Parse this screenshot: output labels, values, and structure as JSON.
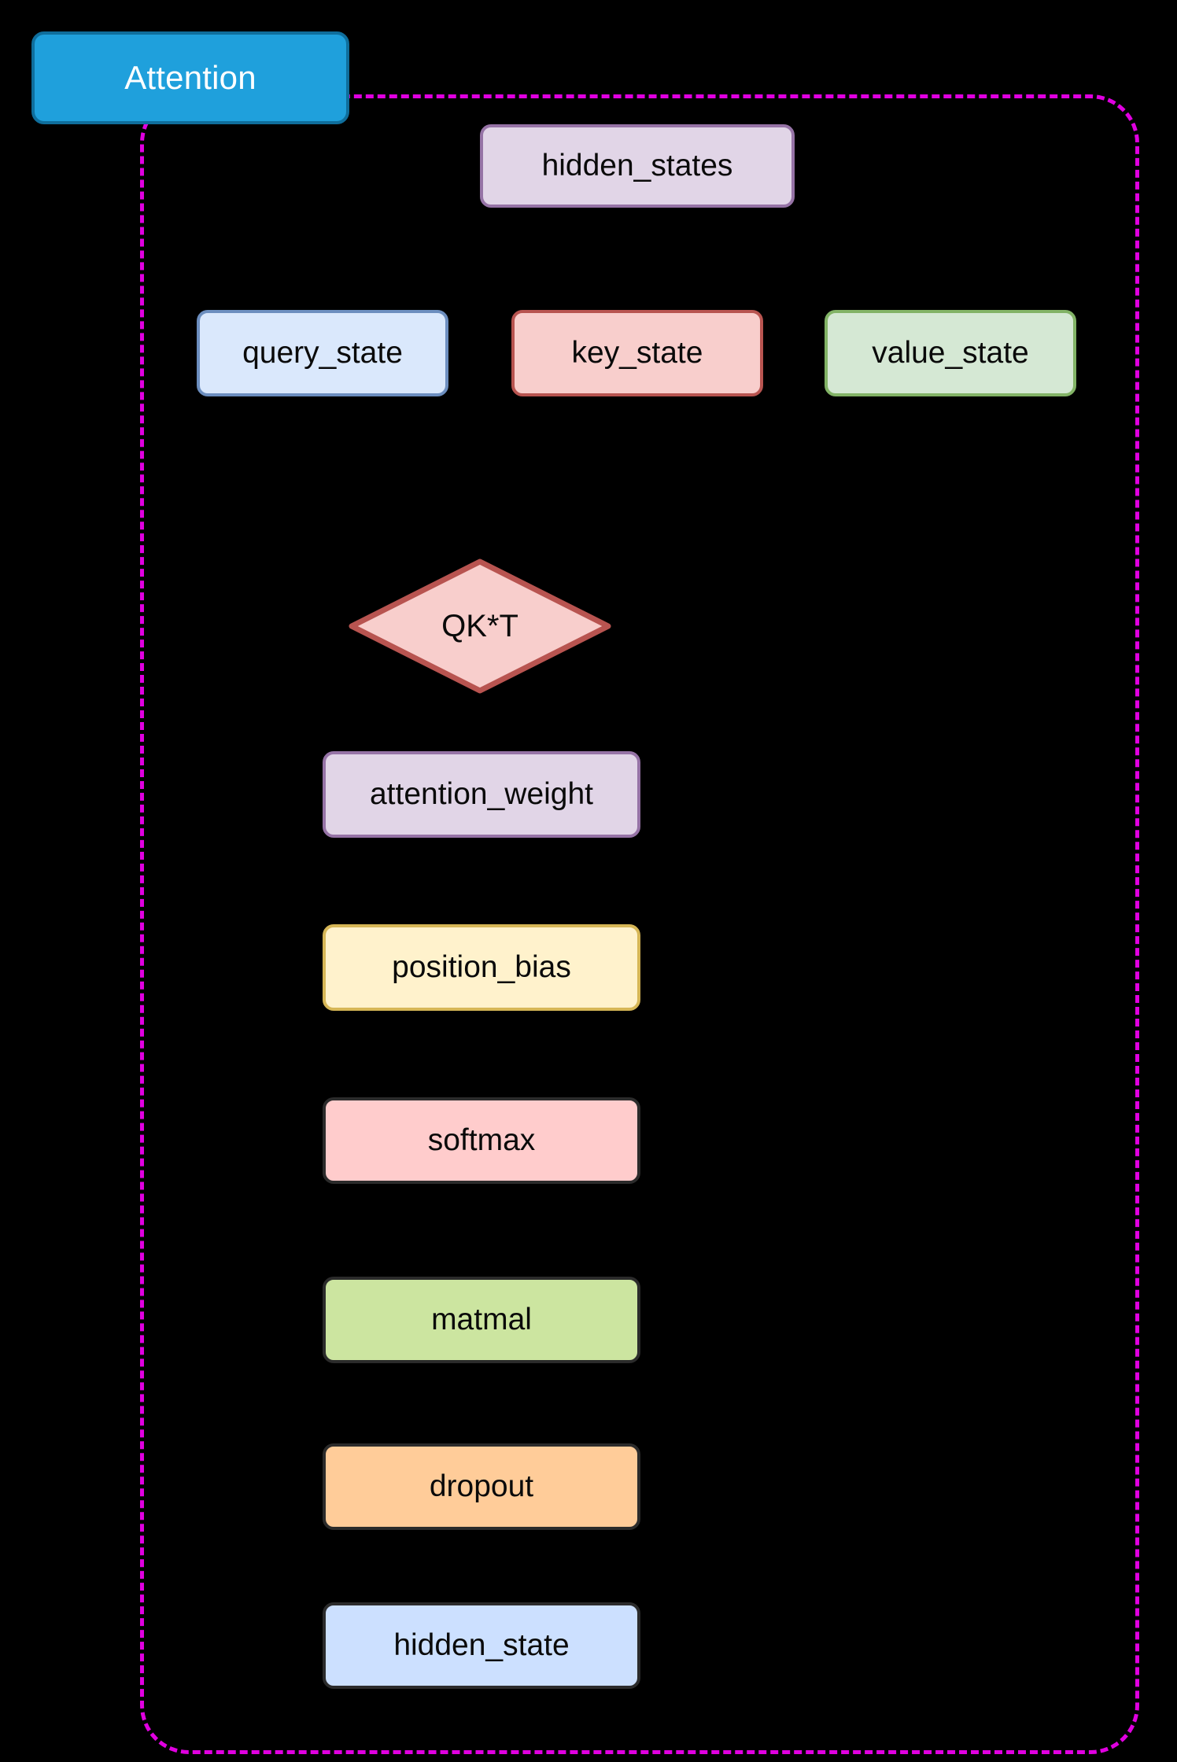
{
  "diagram": {
    "type": "flowchart",
    "background": "#000000",
    "subgraph": {
      "title": "Attention",
      "title_fill": "#1FA0DC",
      "title_stroke": "#0F6E9C",
      "title_text_color": "#FFFFFF",
      "border_color": "#E000E0",
      "border_style": "dashed"
    },
    "nodes": [
      {
        "id": "hidden_states",
        "label": "hidden_states",
        "shape": "rounded-rect",
        "fill": "#E1D5E7",
        "stroke": "#9673A6",
        "text_color": "#0A0A0A"
      },
      {
        "id": "query_state",
        "label": "query_state",
        "shape": "rounded-rect",
        "fill": "#DAE8FC",
        "stroke": "#6C8EBF",
        "text_color": "#0A0A0A"
      },
      {
        "id": "key_state",
        "label": "key_state",
        "shape": "rounded-rect",
        "fill": "#F8CECC",
        "stroke": "#B85450",
        "text_color": "#0A0A0A"
      },
      {
        "id": "value_state",
        "label": "value_state",
        "shape": "rounded-rect",
        "fill": "#D5E8D4",
        "stroke": "#82B366",
        "text_color": "#0A0A0A"
      },
      {
        "id": "qkt",
        "label": "QK*T",
        "shape": "diamond",
        "fill": "#F8CECC",
        "stroke": "#B85450",
        "text_color": "#0A0A0A"
      },
      {
        "id": "attention_weight",
        "label": "attention_weight",
        "shape": "rounded-rect",
        "fill": "#E1D5E7",
        "stroke": "#9673A6",
        "text_color": "#0A0A0A"
      },
      {
        "id": "position_bias",
        "label": "position_bias",
        "shape": "rounded-rect",
        "fill": "#FFF2CC",
        "stroke": "#D6B656",
        "text_color": "#0A0A0A"
      },
      {
        "id": "softmax",
        "label": "softmax",
        "shape": "rounded-rect",
        "fill": "#FFCCCC",
        "stroke": "#2B2B2B",
        "text_color": "#0A0A0A"
      },
      {
        "id": "matmal",
        "label": "matmal",
        "shape": "rounded-rect",
        "fill": "#CCE5A0",
        "stroke": "#2B2B2B",
        "text_color": "#0A0A0A"
      },
      {
        "id": "dropout",
        "label": "dropout",
        "shape": "rounded-rect",
        "fill": "#FFCC99",
        "stroke": "#2B2B2B",
        "text_color": "#0A0A0A"
      },
      {
        "id": "hidden_state",
        "label": "hidden_state",
        "shape": "rounded-rect",
        "fill": "#CCE0FF",
        "stroke": "#2B2B2B",
        "text_color": "#0A0A0A"
      }
    ]
  }
}
